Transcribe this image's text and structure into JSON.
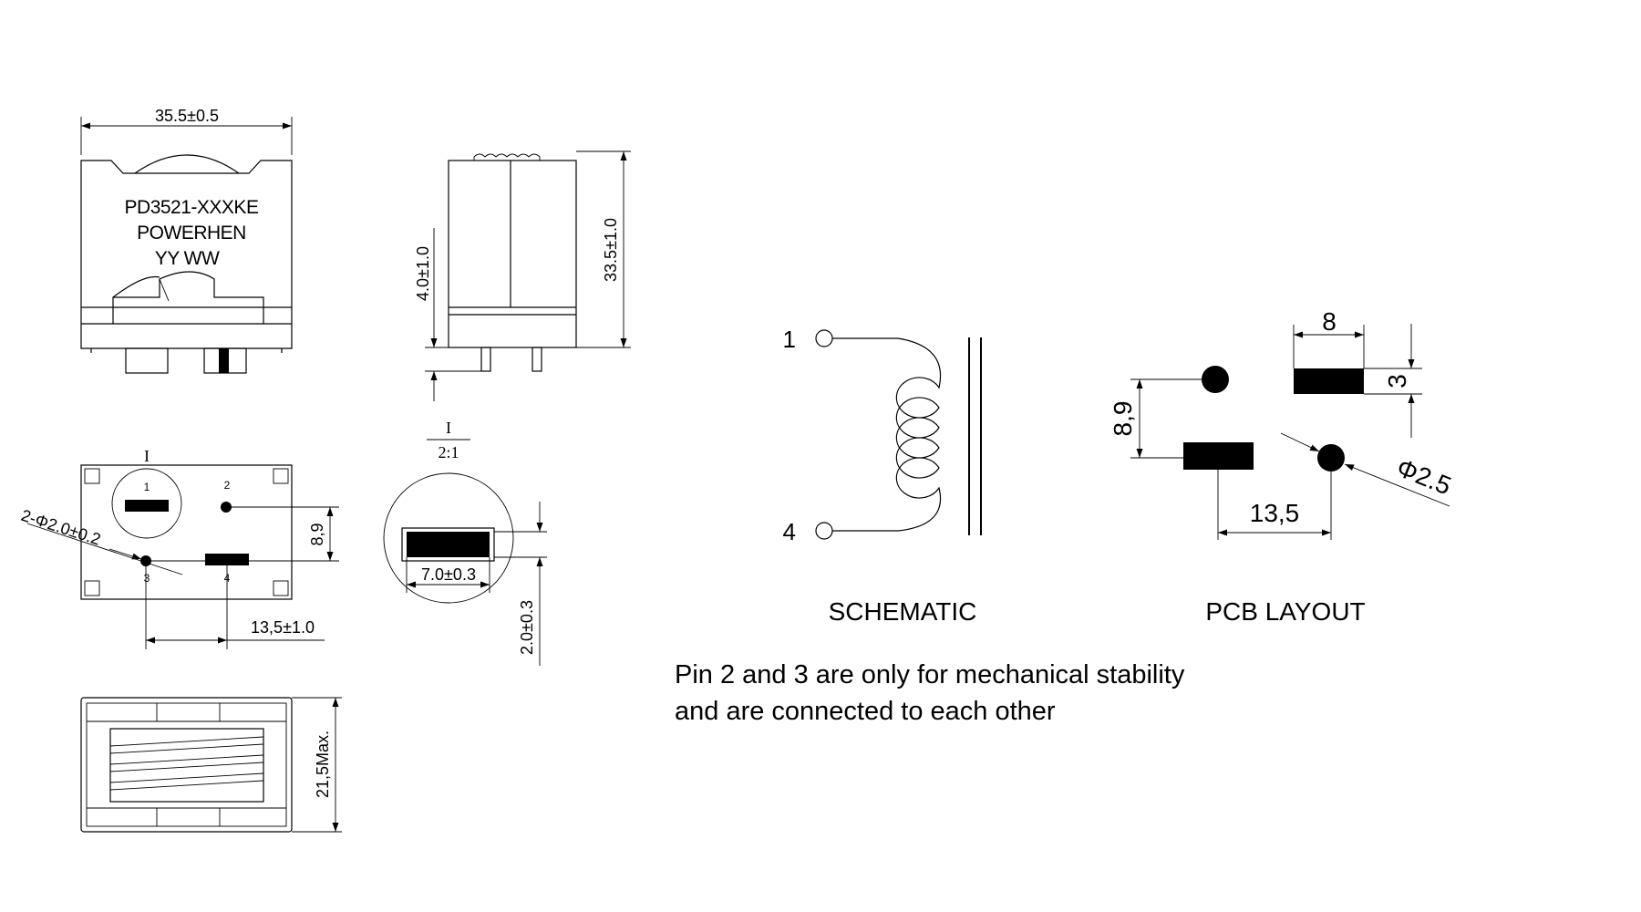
{
  "front_view": {
    "width_dim": "35.5±0.5",
    "marking": [
      "PD3521-XXXKE",
      "POWERHEN",
      "YY WW"
    ]
  },
  "side_view": {
    "height_dim": "33.5±1.0",
    "pin_length_dim": "4.0±1.0"
  },
  "bottom_view": {
    "pin1_marker": "I",
    "pin_numbers": [
      "1",
      "2",
      "3",
      "4"
    ],
    "hole_dim": "2-Φ2.0±0.2",
    "vertical_pitch": "8,9",
    "horizontal_pitch": "13,5±1.0"
  },
  "detail_view": {
    "label": "I",
    "scale": "2:1",
    "pin_width": "7.0±0.3",
    "pin_thickness": "2.0±0.3"
  },
  "top_view": {
    "depth_dim": "21,5Max."
  },
  "schematic": {
    "pin_top": "1",
    "pin_bottom": "4",
    "title": "SCHEMATIC"
  },
  "pcb_layout": {
    "pad_width": "8",
    "pad_height": "3",
    "vertical_pitch": "8,9",
    "horizontal_pitch": "13,5",
    "hole_dia": "Φ2.5",
    "title": "PCB LAYOUT"
  },
  "notes": [
    "Pin 2 and 3 are only for mechanical stability",
    "and are connected to each other"
  ]
}
